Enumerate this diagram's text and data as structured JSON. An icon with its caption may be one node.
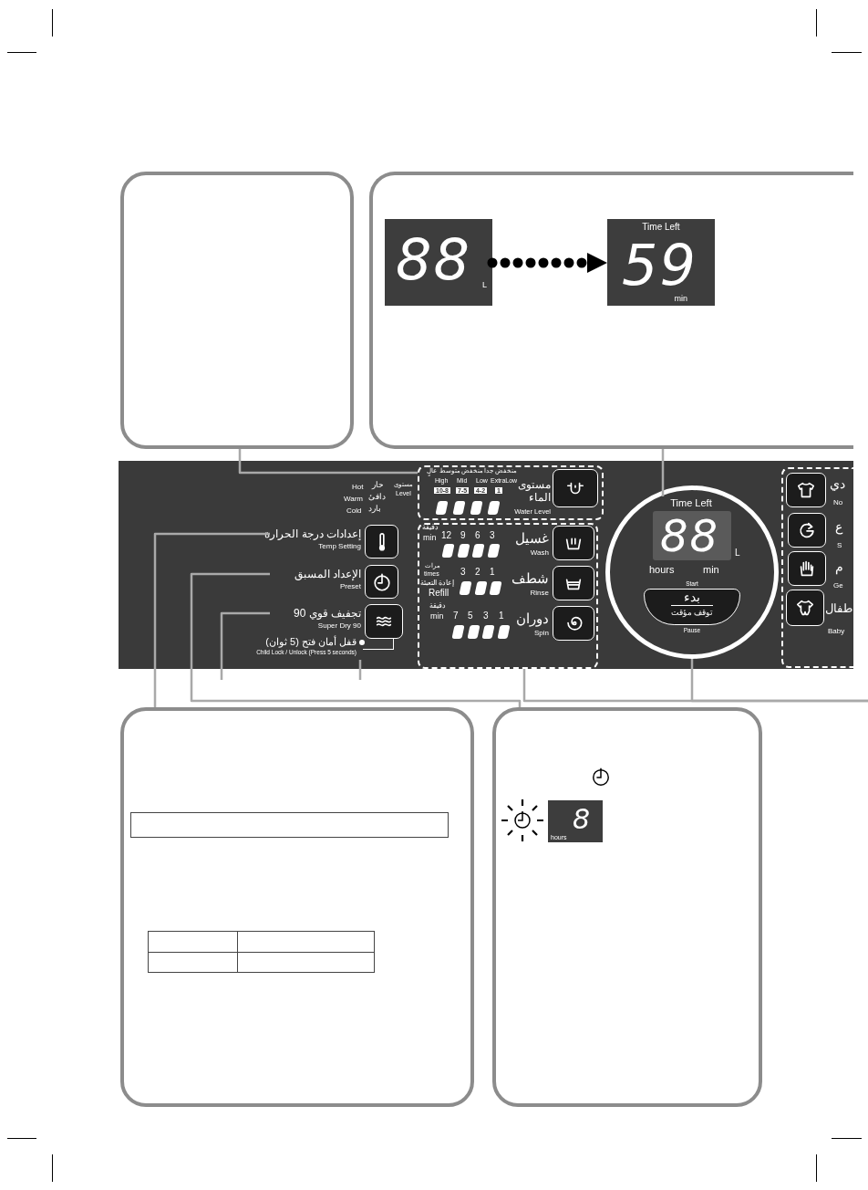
{
  "diagram": {
    "nodes": [
      {
        "text": [],
        "shape": "box"
      },
      {
        "text": [],
        "shape": "box"
      },
      {
        "text": [
          "88",
          "L"
        ],
        "in": 1
      },
      {
        "text": [
          "Time Left",
          "59",
          "min"
        ],
        "in": 1
      },
      {
        "text": [],
        "shape": "box"
      },
      {
        "text": [
          "إعدادات درجة الحرارة",
          "Temp Setting"
        ],
        "in": 4
      },
      {
        "text": [
          "الإعداد المسبق",
          "Preset"
        ],
        "in": 4
      },
      {
        "text": [
          "تجفيف قوي 90",
          "Super Dry 90"
        ],
        "in": 4
      },
      {
        "text": [
          "قفل أمان فتح (5 ثوان)",
          "Child Lock / Unlock (Press 5 seconds)"
        ],
        "in": 4
      },
      {
        "text": [
          "مستوى الماء",
          "Water Level"
        ],
        "in": 4
      },
      {
        "text": [],
        "shape": "box",
        "in": 4
      },
      {
        "text": [
          "غسيل",
          "Wash"
        ],
        "in": 10
      },
      {
        "text": [
          "شطف",
          "Rinse"
        ],
        "in": 10
      },
      {
        "text": [
          "دوران",
          "Spin"
        ],
        "in": 10
      },
      {
        "text": [],
        "shape": "circle",
        "in": 4
      },
      {
        "text": [
          "Time Left"
        ],
        "in": 14
      },
      {
        "text": [
          "88"
        ],
        "beside": [
          "L"
        ],
        "in": 14
      },
      {
        "text": [
          "Start",
          "بدء",
          "توقف مؤقت",
          "Pause"
        ],
        "in": 14
      },
      {
        "text": [],
        "shape": "box",
        "in": 4
      },
      {
        "text": [],
        "shape": "box"
      },
      {
        "text": [],
        "shape": "box",
        "in": 19
      },
      {
        "text": [],
        "shape": "box",
        "in": 19
      },
      {
        "text": [],
        "shape": "box"
      },
      {
        "text": [
          "8",
          "hours"
        ],
        "in": 22
      }
    ],
    "edges": [
      {
        "from": 2,
        "to": 3,
        "arrow": "to",
        "style": "dashed",
        "color": "#000000"
      },
      {
        "from": 0,
        "to": 9,
        "arrow": "none"
      },
      {
        "from": 1,
        "to": 15,
        "arrow": "none"
      },
      {
        "from": 5,
        "to": 19,
        "arrow": "none"
      },
      {
        "from": 6,
        "to": 22,
        "arrow": "none"
      },
      {
        "from": 10,
        "to": null,
        "arrow": "none"
      },
      {
        "from": 14,
        "to": null,
        "arrow": "none"
      },
      {
        "from": 7,
        "to": null,
        "arrow": "none"
      },
      {
        "from": 8,
        "to": null,
        "arrow": "none"
      }
    ],
    "labels": [
      "Hot",
      "حار",
      "Warm",
      "دافئ",
      "Cold",
      "بارد",
      "مستوى",
      "Level",
      "عالٍ",
      "متوسط",
      "منخفض",
      "منخفض جدا",
      "High",
      "Mid",
      "Low",
      "ExtraLow",
      "10-8",
      "7-5",
      "4-2",
      "1",
      "دقيقة",
      "min",
      "12",
      "9",
      "6",
      "3",
      "مرات",
      "times",
      "3",
      "2",
      "1",
      "إعادة التعبئة",
      "Refill",
      "دقيقة",
      "min",
      "7",
      "5",
      "3",
      "1",
      "hours",
      "min",
      "دي",
      "No",
      "ع",
      "S",
      "م",
      "Ge",
      "طفال",
      "Baby"
    ]
  }
}
